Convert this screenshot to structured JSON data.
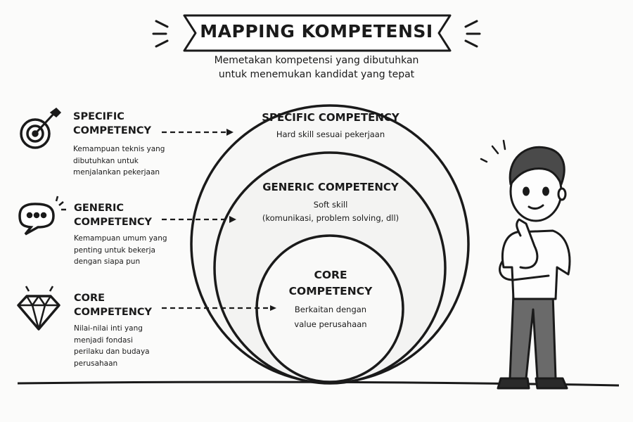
{
  "header": {
    "title": "MAPPING KOMPETENSI",
    "subtitle_line1": "Memetakan kompetensi yang dibutuhkan",
    "subtitle_line2": "untuk menemukan kandidat yang tepat"
  },
  "legend": [
    {
      "icon": "target-icon",
      "title1": "SPECIFIC",
      "title2": "COMPETENCY",
      "desc": [
        "Kemampuan teknis yang",
        "dibutuhkan untuk",
        "menjalankan pekerjaan"
      ]
    },
    {
      "icon": "chat-bubble-icon",
      "title1": "GENERIC",
      "title2": "COMPETENCY",
      "desc": [
        "Kemampuan umum yang",
        "penting untuk bekerja",
        "dengan siapa pun"
      ]
    },
    {
      "icon": "diamond-icon",
      "title1": "CORE",
      "title2": "COMPETENCY",
      "desc": [
        "Nilai-nilai inti yang",
        "menjadi fondasi",
        "perilaku dan budaya",
        "perusahaan"
      ]
    }
  ],
  "circles": {
    "specific": {
      "title": "SPECIFIC COMPETENCY",
      "desc": "Hard skill sesuai pekerjaan"
    },
    "generic": {
      "title": "GENERIC COMPETENCY",
      "desc1": "Soft skill",
      "desc2": "(komunikasi, problem solving, dll)"
    },
    "core": {
      "title1": "CORE",
      "title2": "COMPETENCY",
      "desc1": "Berkaitan dengan",
      "desc2": "value perusahaan"
    }
  }
}
